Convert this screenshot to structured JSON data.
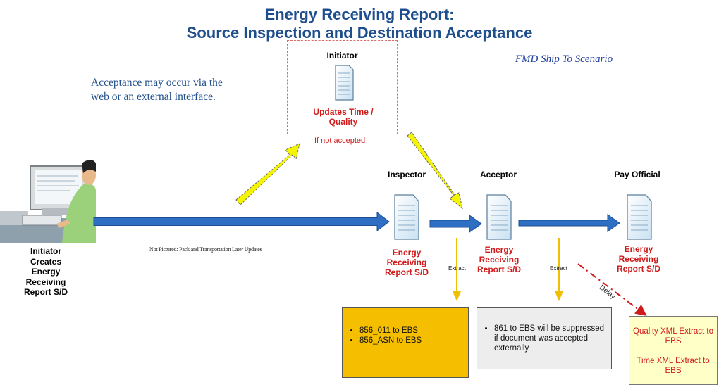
{
  "title_line1": "Energy Receiving Report:",
  "title_line2": "Source Inspection and Destination Acceptance",
  "scenario": "FMD Ship To Scenario",
  "note": "Acceptance may occur via the web or an external interface.",
  "initiator_box": {
    "header": "Initiator",
    "action": "Updates Time / Quality",
    "if_not_accepted": "If not accepted"
  },
  "initiator_creates": "Initiator Creates Energy Receiving Report S/D",
  "not_pictured": "Not Pictured: Pack and Transportation Later Updates",
  "roles": {
    "inspector": "Inspector",
    "acceptor": "Acceptor",
    "pay_official": "Pay Official"
  },
  "doc_label": "Energy Receiving Report S/D",
  "extract_label": "Extract",
  "delay_label": "Delay",
  "ebs_box_1": [
    "856_011 to EBS",
    "856_ASN to EBS"
  ],
  "ebs_box_2": [
    "861 to EBS will be suppressed if document was accepted externally"
  ],
  "xml_box": {
    "quality": "Quality XML Extract to EBS",
    "time": "Time XML Extract to EBS"
  },
  "colors": {
    "title": "#1f4e8c",
    "arrow_blue": "#2e6fc4",
    "arrow_yellow": "#f5f500",
    "extract_yellow": "#f0c000",
    "red": "#d01a1a",
    "ebs_box_1_fill": "#f5bf00",
    "ebs_box_2_fill": "#ededed",
    "xml_box_fill": "#ffffc8"
  }
}
